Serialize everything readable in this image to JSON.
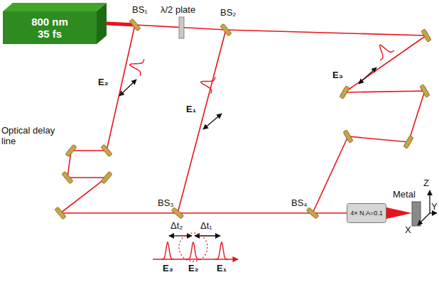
{
  "diagram": {
    "nodes": [
      {
        "text": [
          "800 nm 35 fs"
        ]
      },
      {
        "text": [
          "4× N.A=0.1"
        ]
      }
    ],
    "labels": [
      "BS₁",
      "λ/2 plate",
      "BS₂",
      "E₂",
      "E₁",
      "E₃",
      "Optical delay line",
      "BS₃",
      "BS₄",
      "Metal",
      "Z",
      "Y",
      "X",
      "Δt₂",
      "Δt₁",
      "E₃",
      "E₂",
      "E₁"
    ]
  }
}
